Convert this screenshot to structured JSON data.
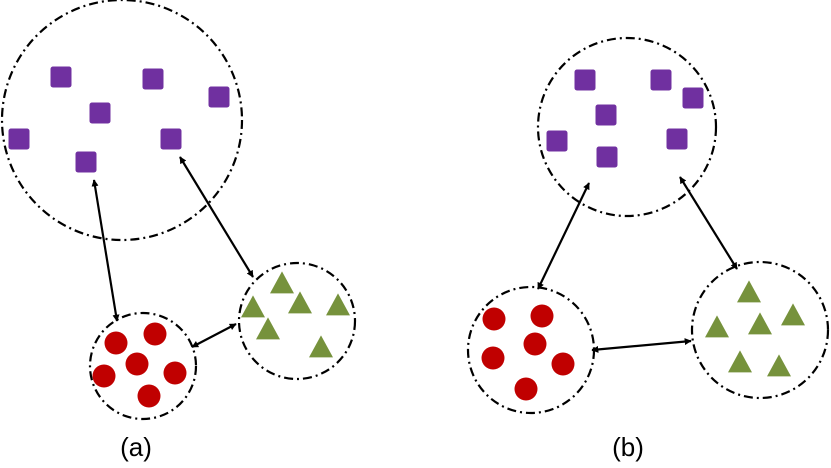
{
  "panels": {
    "a": {
      "label": "(a)"
    },
    "b": {
      "label": "(b)"
    }
  },
  "colors": {
    "boundary": "#000000",
    "square": "#7030A0",
    "circle": "#C00000",
    "triangle": "#76923C",
    "arrow": "#000000"
  },
  "marker_names": {
    "square": "purple-square",
    "circle": "red-circle",
    "triangle": "green-triangle"
  }
}
